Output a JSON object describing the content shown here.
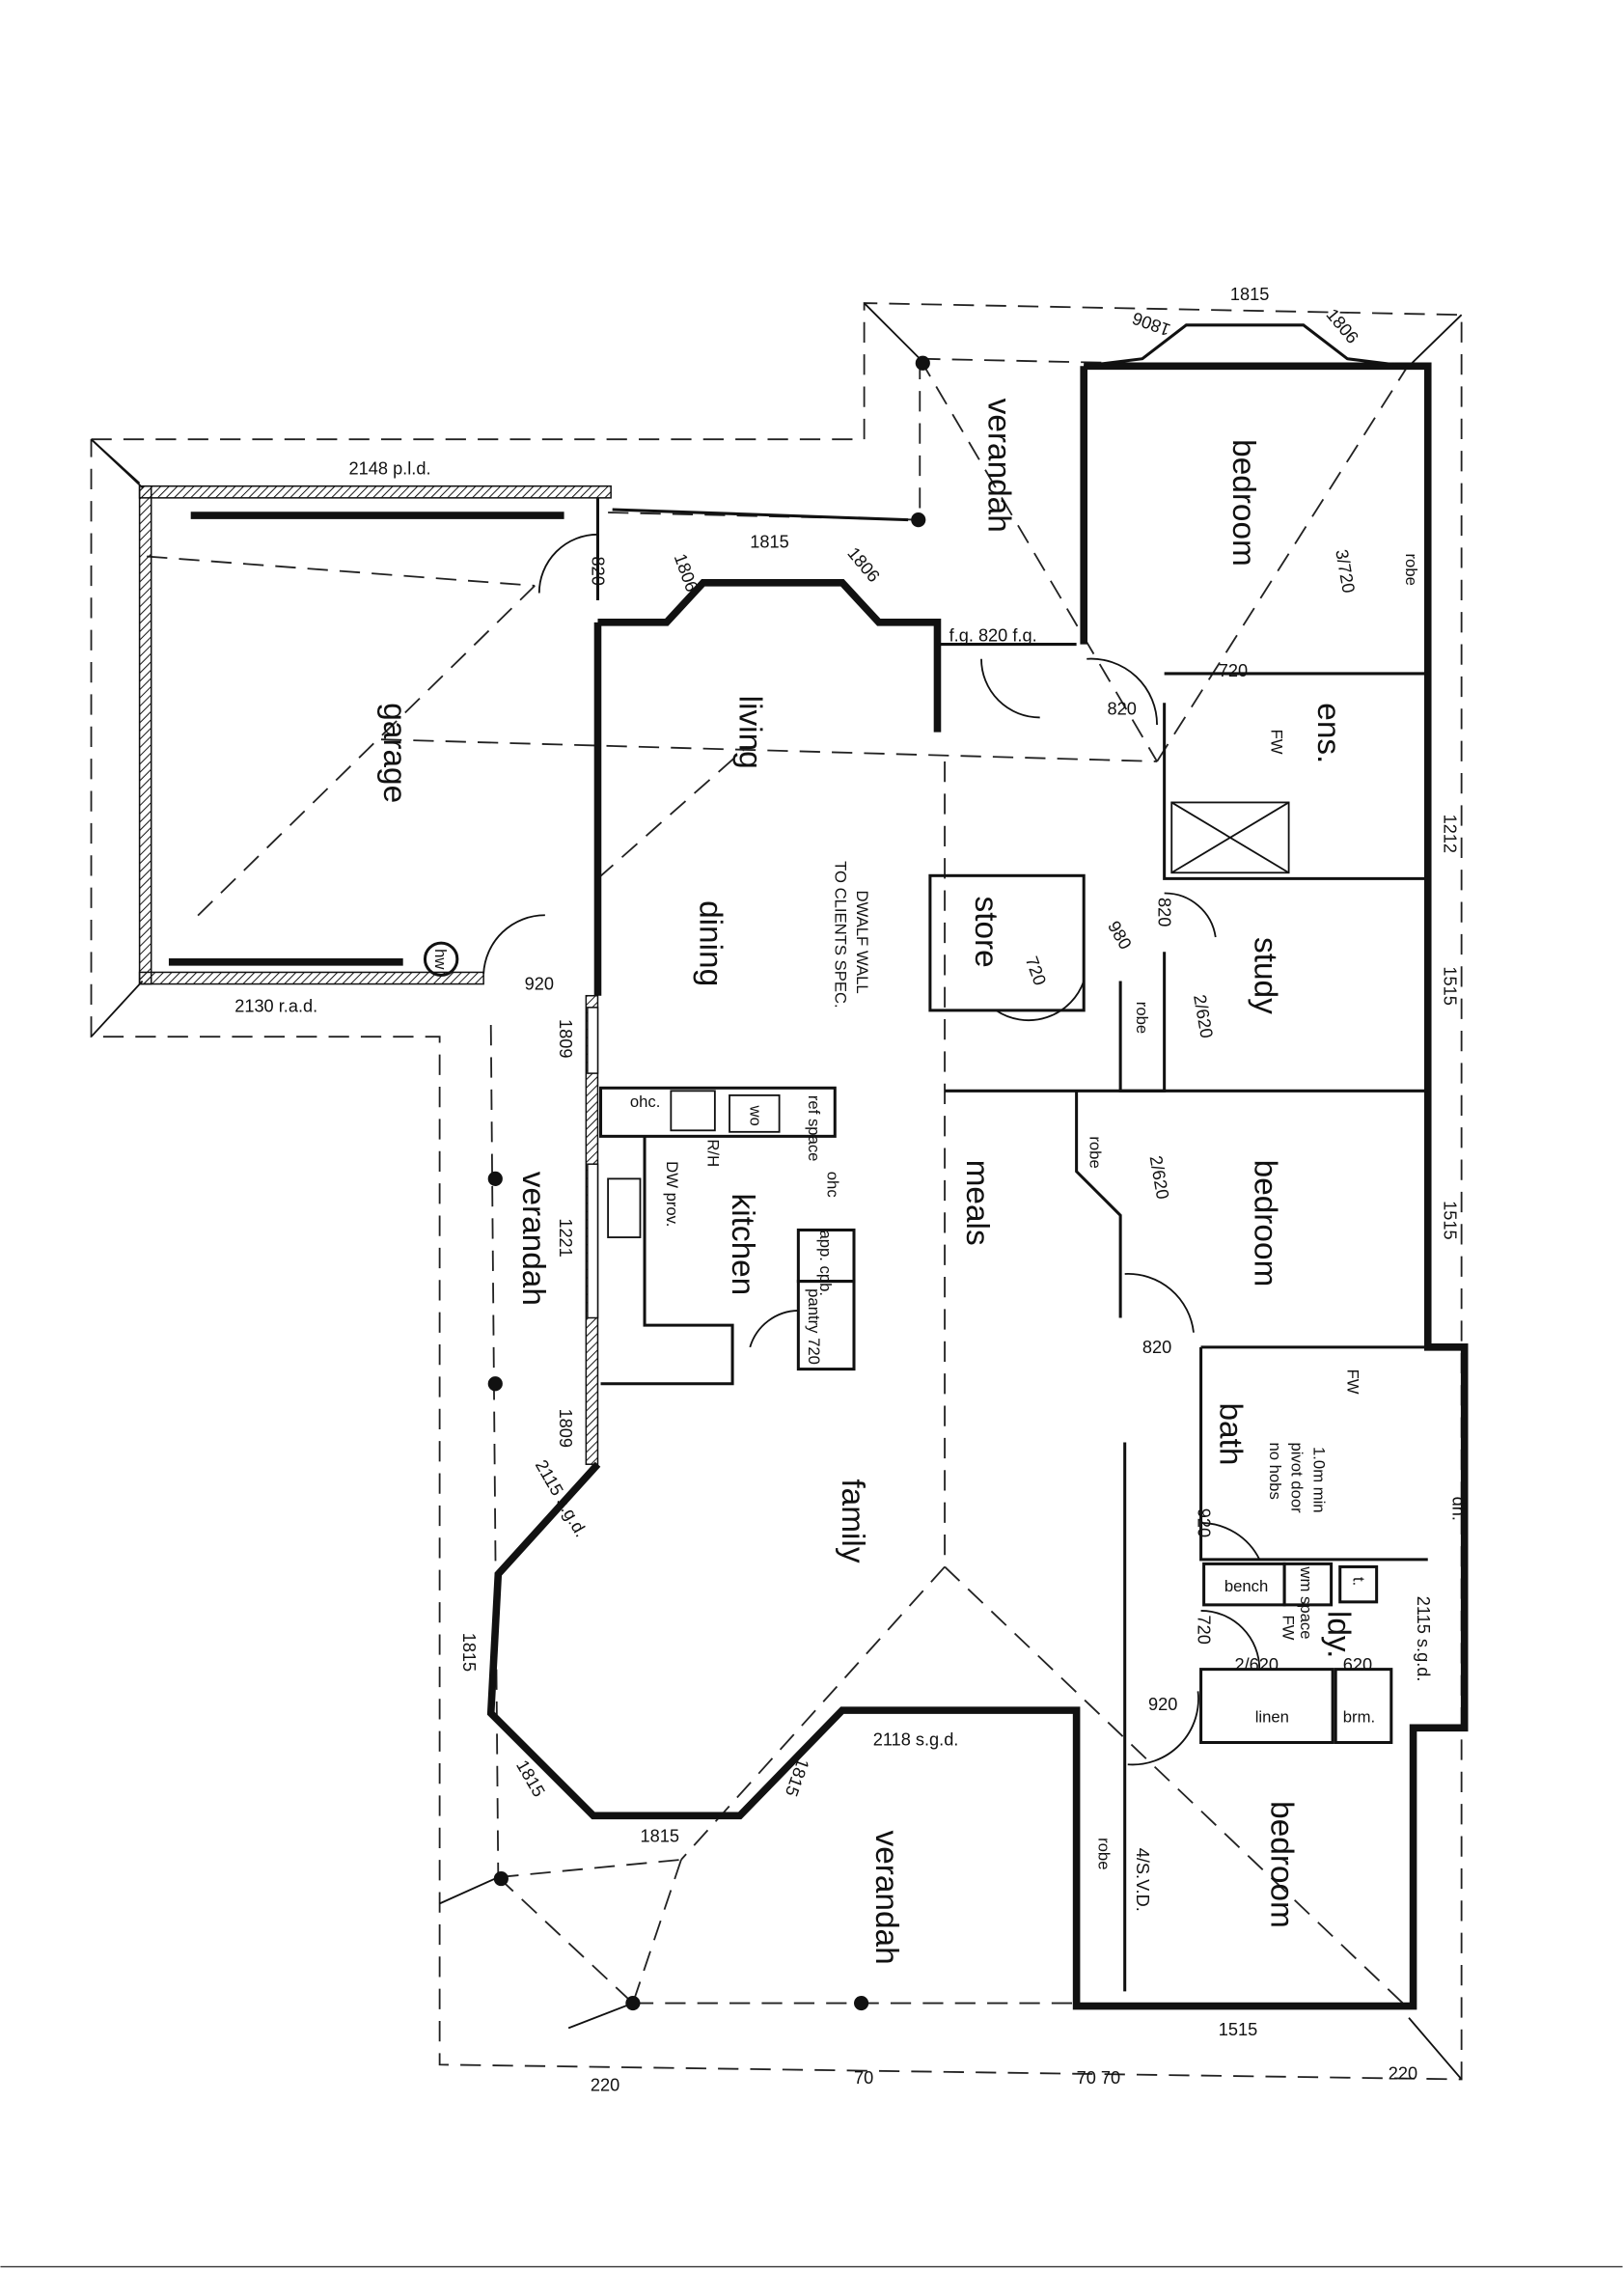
{
  "rooms": {
    "garage": "garage",
    "verandah_top": "verandah",
    "bedroom1": "bedroom",
    "robe1": "robe",
    "ens": "ens.",
    "living": "living",
    "dining": "dining",
    "store": "store",
    "study": "study",
    "robe_study": "robe",
    "kitchen": "kitchen",
    "meals": "meals",
    "robe_bed2": "robe",
    "bedroom2": "bedroom",
    "verandah_left": "verandah",
    "bath": "bath",
    "family": "family",
    "laundry": "ldy.",
    "linen": "linen",
    "broom": "brm.",
    "verandah_bottom": "verandah",
    "robe_bed3": "robe",
    "bedroom3": "bedroom"
  },
  "fixtures": {
    "hw": "hw",
    "ohc1": "ohc.",
    "wo": "wo",
    "ref_space": "ref space",
    "rh": "R/H",
    "dw_prov": "DW prov.",
    "ohc2": "ohc",
    "app_cpb": "app. cpb.",
    "pantry": "pantry 720",
    "fw_ens": "FW",
    "fw_bath": "FW",
    "fw_ldy": "FW",
    "bench": "bench",
    "wm_space": "wm space",
    "tub": "t.",
    "pivot_1": "1.0m min",
    "pivot_2": "pivot door",
    "pivot_3": "no hobs"
  },
  "notes": {
    "dwarf_wall_1": "DWALF WALL",
    "dwarf_wall_2": "TO CLIENTS SPEC."
  },
  "dims": {
    "garage_top": "2148 p.l.d.",
    "garage_door": "820",
    "living_bay_left": "1806",
    "living_bay_top": "1815",
    "living_bay_right": "1806",
    "fg": "f.g. 820 f.g.",
    "bed1_bay_left": "1806",
    "bed1_bay_top": "1815",
    "bed1_bay_right": "1806",
    "bed1_robe": "3/720",
    "ens_door": "720",
    "bed1_door": "820",
    "ens_window": "1212",
    "store_door": "720",
    "store_980": "980",
    "study_door": "820",
    "study_robe": "2/620",
    "study_window": "1515",
    "garage_side_door": "920",
    "garage_bottom": "2130 r.a.d.",
    "window_1809a": "1809",
    "bed2_robe": "2/620",
    "bed2_window": "1515",
    "bed2_door": "820",
    "window_1221": "1221",
    "window_1809b": "1809",
    "sgd_left": "2115 s.g.d.",
    "bath_door": "920",
    "dh": "dh.",
    "ldy_door": "720",
    "linen_doors": "2/620",
    "broom_door": "620",
    "sgd_right": "2115 s.g.d.",
    "bed3_door": "920",
    "bay_side": "1815",
    "bay_lower_left": "1815",
    "bay_bottom": "1815",
    "bay_lower_right": "1815",
    "sgd_bottom": "2118 s.g.d.",
    "svd": "4/S.V.D.",
    "bed3_window": "1515",
    "bottom_220_left": "220",
    "bottom_70": "70",
    "bottom_70_70": "70  70",
    "bottom_220_right": "220"
  }
}
